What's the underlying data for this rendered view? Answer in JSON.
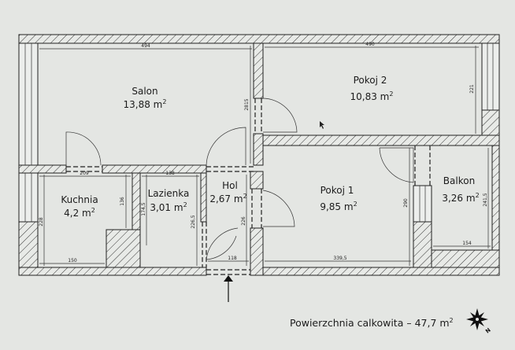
{
  "rooms": [
    {
      "name": "Salon",
      "area": "13,88 m",
      "dims": [
        "494",
        "2815"
      ]
    },
    {
      "name": "Pokoj 2",
      "area": "10,83 m",
      "dims": [
        "490",
        "221"
      ]
    },
    {
      "name": "Kuchnia",
      "area": "4,2 m",
      "dims": [
        "209",
        "136",
        "228",
        "150"
      ]
    },
    {
      "name": "Lazienka",
      "area": "3,01 m",
      "dims": [
        "138",
        "174,5",
        "226,5"
      ]
    },
    {
      "name": "Hol",
      "area": "2,67 m",
      "dims": [
        "226",
        "118"
      ]
    },
    {
      "name": "Pokoj 1",
      "area": "9,85 m",
      "dims": [
        "290",
        "339,5"
      ]
    },
    {
      "name": "Balkon",
      "area": "3,26 m",
      "dims": [
        "241,5",
        "154"
      ]
    }
  ],
  "unit_exponent": "2",
  "total": {
    "label": "Powierzchnia calkowita –",
    "value": "47,7 m"
  },
  "compass": {
    "icon": "compass-rose-icon",
    "letter": "N"
  },
  "colors": {
    "background": "#e4e6e3",
    "lines": "#222222"
  }
}
